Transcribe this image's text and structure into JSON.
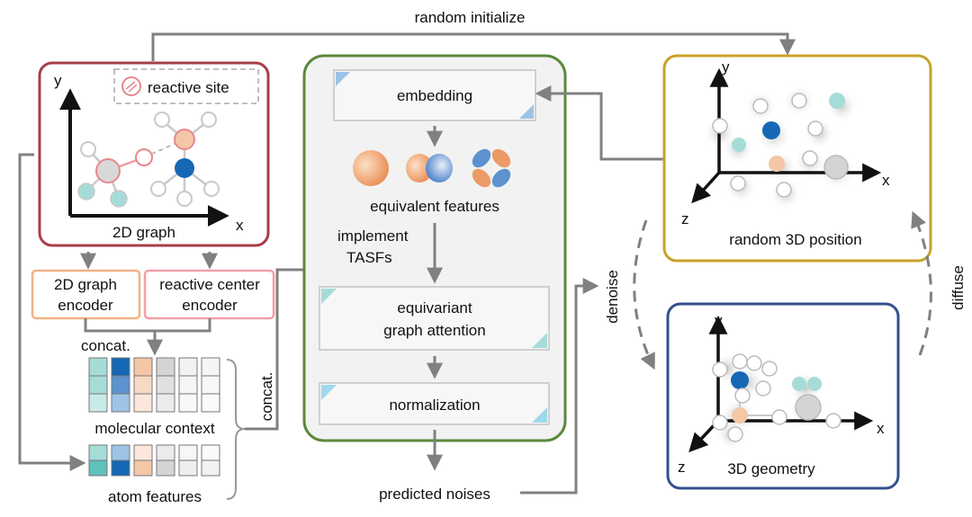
{
  "labels": {
    "random_initialize": "random initialize",
    "reactive_site": "reactive site",
    "axis_y": "y",
    "axis_x": "x",
    "axis_z": "z",
    "graph_2d": "2D graph",
    "encoder_2d_line1": "2D graph",
    "encoder_2d_line2": "encoder",
    "encoder_rc_line1": "reactive center",
    "encoder_rc_line2": "encoder",
    "concat_top": "concat.",
    "concat_side": "concat.",
    "molecular_context": "molecular context",
    "atom_features": "atom features",
    "embedding": "embedding",
    "equivalent_features": "equivalent features",
    "implement_line1": "implement",
    "implement_line2": "TASFs",
    "egat_line1": "equivariant",
    "egat_line2": "graph attention",
    "normalization": "normalization",
    "predicted_noises": "predicted noises",
    "random_3d_position": "random 3D position",
    "geometry_3d": "3D geometry",
    "denoise": "denoise",
    "diffuse": "diffuse"
  },
  "colors": {
    "graph_box": "#a83d4a",
    "network_box": "#5a8a3c",
    "random_box": "#c9a227",
    "geometry_box": "#34508f",
    "encoder_2d": "#f2b185",
    "encoder_rc": "#f2a0a8",
    "arrow": "#808080",
    "dark_blue": "#1668b5",
    "light_blue": "#9dc4e6",
    "teal": "#a6dcd8",
    "peach": "#f4c7a7",
    "gray": "#d4d4d4"
  }
}
